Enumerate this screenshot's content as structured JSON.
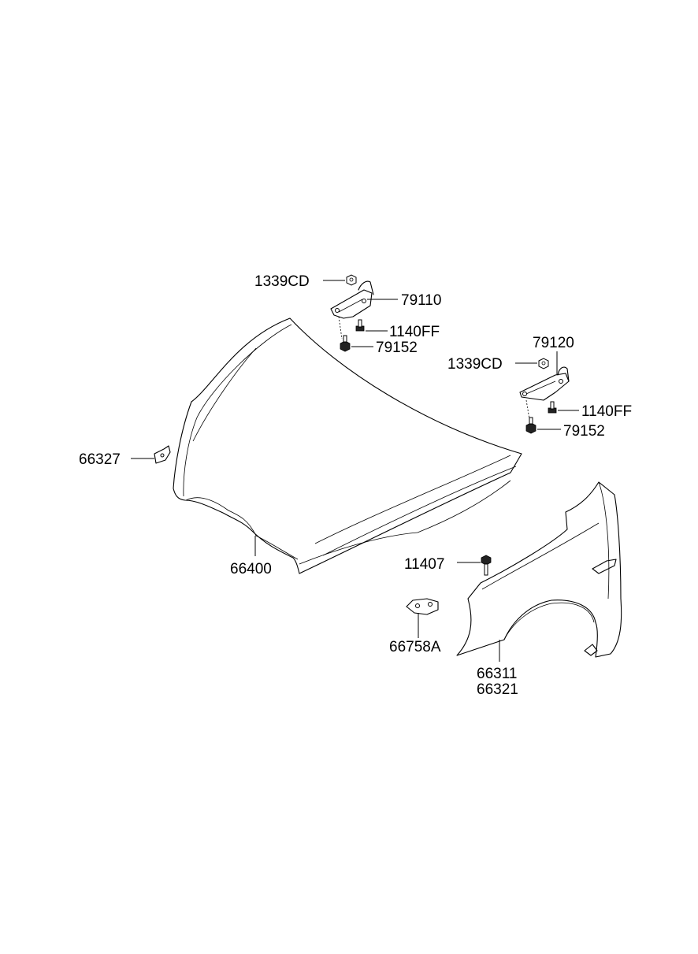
{
  "labels": {
    "hinge_nut_left": "1339CD",
    "hinge_left": "79110",
    "hinge_screw_left": "1140FF",
    "hinge_bolt_left": "79152",
    "hinge_right": "79120",
    "hinge_nut_right": "1339CD",
    "hinge_screw_right": "1140FF",
    "hinge_bolt_right": "79152",
    "hood_bracket": "66327",
    "hood": "66400",
    "fender_bolt": "11407",
    "fender_bracket": "66758A",
    "fender_lh": "66311",
    "fender_rh": "66321"
  }
}
